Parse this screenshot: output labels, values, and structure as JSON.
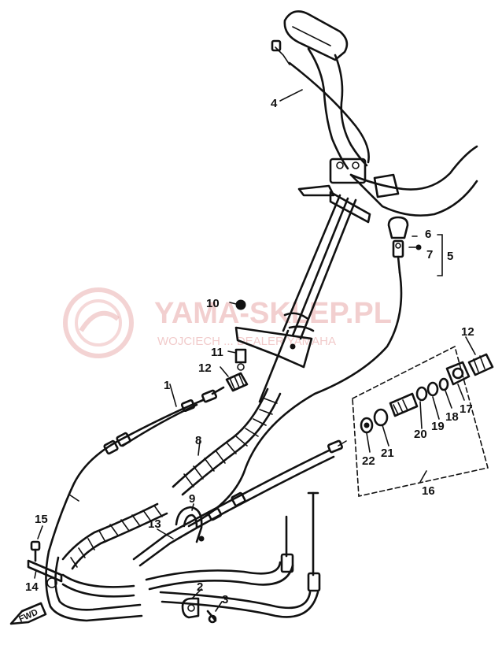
{
  "watermark": {
    "title": "YAMA-SKLEP.PL",
    "subtitle": "WOJCIECH ... DEALER YAMAHA",
    "color": "#e8a8a8"
  },
  "direction_marker": "FWD",
  "part_labels": {
    "p1": "1",
    "p2": "2",
    "p3": "3",
    "p4": "4",
    "p5": "5",
    "p6": "6",
    "p7": "7",
    "p8": "8",
    "p9": "9",
    "p10": "10",
    "p11": "11",
    "p12a": "12",
    "p12b": "12",
    "p13": "13",
    "p14": "14",
    "p15": "15",
    "p16": "16",
    "p17": "17",
    "p18": "18",
    "p19": "19",
    "p20": "20",
    "p21": "21",
    "p22": "22"
  }
}
